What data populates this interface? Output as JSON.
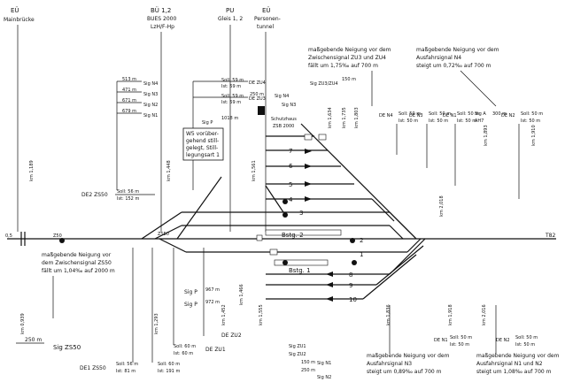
{
  "top_labels": {
    "eu_left_1": "EÜ",
    "eu_left_2": "Mainbrücke",
    "bu_1": "BÜ 1,2",
    "bu_2": "BUES 2000",
    "bu_3": "LzH/F-Hp",
    "pu_1": "PU",
    "pu_2": "Gleis 1, 2",
    "eu_right_1": "EÜ",
    "eu_right_2": "Personen-",
    "eu_right_3": "tunnel"
  },
  "gradient_notes": {
    "zu_1": "maßgebende Neigung vor dem",
    "zu_2": "Zwischensignal ZU3 und ZU4",
    "zu_3": "fällt um 1,75‰ auf 700 m",
    "n4_1": "maßgebende Neigung vor dem",
    "n4_2": "Ausfahrsignal N4",
    "n4_3": "steigt um 0,72‰ auf 700 m",
    "zs50_1": "maßgebende Neigung vor",
    "zs50_2": "dem Zwischensignal ZS50",
    "zs50_3": "fällt um 1,04‰ auf 2000 m",
    "n3_1": "maßgebende Neigung vor dem",
    "n3_2": "Ausfahrsignal N3",
    "n3_3": "steigt um 0,89‰ auf 700 m",
    "n12_1": "maßgebende Neigung vor dem",
    "n12_2": "Ausfahrsignal N1 und N2",
    "n12_3": "steigt um 1,08‰ auf 700 m"
  },
  "left_signals": [
    {
      "dist": "513 m",
      "sig": "Sig N4"
    },
    {
      "dist": "471 m",
      "sig": "Sig N3"
    },
    {
      "dist": "671 m",
      "sig": "Sig N2"
    },
    {
      "dist": "679 m",
      "sig": "Sig N1"
    }
  ],
  "top_middle": {
    "soll_zu4": "Soll: 59 m",
    "ist_zu4": "Ist: 59 m",
    "de_zu4": "DE ZU4",
    "soll_zu3": "Soll: 59 m",
    "ist_zu3": "Ist: 59 m",
    "de_zu3": "DE ZU3",
    "d250": "250 m",
    "sig_n4": "Sig N4",
    "sig_n3": "Sig N3",
    "zu_top": "Sig ZU3/ZU4",
    "d150": "150 m",
    "sigp": "Sig P",
    "d1018": "1018 m",
    "schutz_1": "Schutzhaus",
    "schutz_2": "ZSB 2000"
  },
  "ws_note": {
    "l1": "W5 vorüber-",
    "l2": "gehend still-",
    "l3": "gelegt, Still-",
    "l4": "legungsart 1"
  },
  "right_top_signals": [
    {
      "de": "DE N4",
      "soll": "Soll: 50 m",
      "ist": "Ist: 50 m"
    },
    {
      "de": "DE N3",
      "soll": "Soll: 50 m",
      "ist": "Ist: 50 m"
    },
    {
      "de": "DE N2",
      "soll": "Soll: 50 m",
      "ist": "Ist: 50 m"
    },
    {
      "de": "DE N1",
      "soll": "Soll: 50 m",
      "ist": "Ist: 50 m"
    }
  ],
  "right_top_misc": {
    "sig_a": "Sig A",
    "sig_a_sub": "AH7",
    "d300": "300 m"
  },
  "left_middle": {
    "de_zs50": "DE2 ZS50",
    "soll_zs50": "Soll: 56 m",
    "ist_zs50": "Ist: 152 m"
  },
  "tracks": [
    {
      "no": "7"
    },
    {
      "no": "6"
    },
    {
      "no": "5"
    },
    {
      "no": "4"
    },
    {
      "no": "3"
    },
    {
      "no": "2"
    },
    {
      "no": "1"
    },
    {
      "no": "8"
    },
    {
      "no": "9"
    },
    {
      "no": "10"
    }
  ],
  "station": {
    "bstg2": "Bstg. 2",
    "bstg1": "Bstg. 1",
    "t82": "T82",
    "km_left": "0,5",
    "z050": "Z50",
    "z050_2": "ZS50"
  },
  "bottom_left": {
    "d250": "250 m",
    "sig_zs50": "Sig ZS50",
    "de_zs50": "DE1 ZS50",
    "soll_zs50": "Soll: 56 m",
    "ist_zs50": "Ist: 81 m",
    "soll_zu2": "Soll: 60 m",
    "ist_zu2": "Ist: 191 m",
    "soll_zu1": "Soll: 60 m",
    "ist_zu1": "Ist: 60 m",
    "de_zu2": "DE ZU2",
    "de_zu1": "DE ZU1"
  },
  "bottom_middle": {
    "sigp_1": "Sig P",
    "d967": "967 m",
    "sigp_2": "Sig P",
    "d972": "972 m",
    "sig_zu1": "Sig ZU1",
    "sig_zu2": "Sig ZU2",
    "d150": "150 m",
    "d250": "250 m",
    "sig_n1": "Sig N1",
    "sig_n2": "Sig N2"
  },
  "bottom_right": {
    "de_n1": "DE N1",
    "soll_n1": "Soll: 50 m",
    "ist_n1": "Ist: 50 m",
    "de_n2": "DE N2",
    "soll_n2": "Soll: 50 m",
    "ist_n2": "Ist: 50 m"
  },
  "km_posts": {
    "k1": "km 1,189",
    "k2": "km 1,448",
    "k3": "km 1,561",
    "k4": "km 1,634",
    "k5": "km 1,735",
    "k6": "km 1,803",
    "k7": "km 1,893",
    "k8": "km 1,910",
    "k9": "km 2,018",
    "k10": "km 0,939",
    "k11": "km 1,293",
    "k12": "km 1,452",
    "k13": "km 1,466",
    "k14": "km 1,555",
    "k15": "km 1,836",
    "k16": "km 1,918",
    "k17": "km 2,016"
  },
  "colors": {
    "line": "#111111",
    "background": "#ffffff"
  }
}
